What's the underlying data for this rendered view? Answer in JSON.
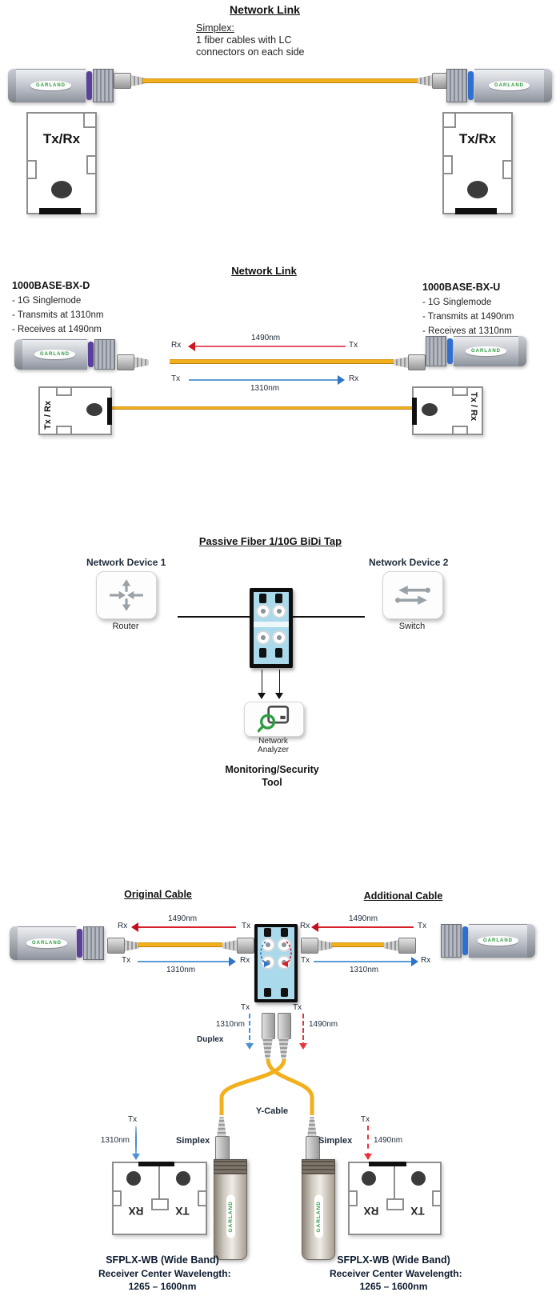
{
  "brand": {
    "name": "GARLAND"
  },
  "colors": {
    "fiber_yellow": "#f2b01e",
    "tx_red": "#d8202c",
    "tx_blue": "#4a90d2",
    "tap_blue": "#a9d9ea",
    "brand_green": "#2f9e41"
  },
  "s1": {
    "title": "Network Link",
    "note_heading": "Simplex:",
    "note_line1": "1 fiber cables with LC",
    "note_line2": "connectors on each side",
    "device_label": "Tx/Rx"
  },
  "s2": {
    "title": "Network Link",
    "bxd": {
      "heading": "1000BASE-BX-D",
      "bullets": [
        "1G Singlemode",
        "Transmits at 1310nm",
        "Receives at 1490nm"
      ]
    },
    "bxu": {
      "heading": "1000BASE-BX-U",
      "bullets": [
        "1G Singlemode",
        "Transmits at 1490nm",
        "Receives at 1310nm"
      ]
    },
    "red": {
      "left": "Rx",
      "label": "1490nm",
      "right": "Tx"
    },
    "blue": {
      "left": "Tx",
      "label": "1310nm",
      "right": "Rx"
    },
    "device_label": "Tx / Rx"
  },
  "s3": {
    "title": "Passive Fiber 1/10G BiDi Tap",
    "device1": {
      "label": "Network Device 1",
      "caption": "Router"
    },
    "device2": {
      "label": "Network Device 2",
      "caption": "Switch"
    },
    "analyzer_caption": "Network Analyzer",
    "tool_line1": "Monitoring/Security",
    "tool_line2": "Tool"
  },
  "s4": {
    "left_title": "Original Cable",
    "right_title": "Additional Cable",
    "left_red": {
      "left": "Rx",
      "label": "1490nm",
      "right": "Tx"
    },
    "left_blue": {
      "left": "Tx",
      "label": "1310nm",
      "right": "Rx"
    },
    "right_red": {
      "left": "Rx",
      "label": "1490nm",
      "right": "Tx"
    },
    "right_blue": {
      "left": "Tx",
      "label": "1310nm",
      "right": "Rx"
    },
    "below": {
      "tx_left": "Tx",
      "tx_right": "Tx",
      "blue_label": "1310nm",
      "red_label": "1490nm",
      "duplex": "Duplex",
      "ycable": "Y-Cable"
    },
    "bottom_left": {
      "tx": "Tx",
      "label": "1310nm",
      "simplex": "Simplex"
    },
    "bottom_right": {
      "tx": "Tx",
      "label": "1490nm",
      "simplex": "Simplex"
    },
    "wb_box": {
      "rx": "RX",
      "tx": "TX"
    },
    "left_caption": [
      "SFPLX-WB (Wide Band)",
      "Receiver Center Wavelength:",
      "1265 – 1600nm"
    ],
    "right_caption": [
      "SFPLX-WB (Wide Band)",
      "Receiver Center Wavelength:",
      "1265 – 1600nm"
    ]
  }
}
